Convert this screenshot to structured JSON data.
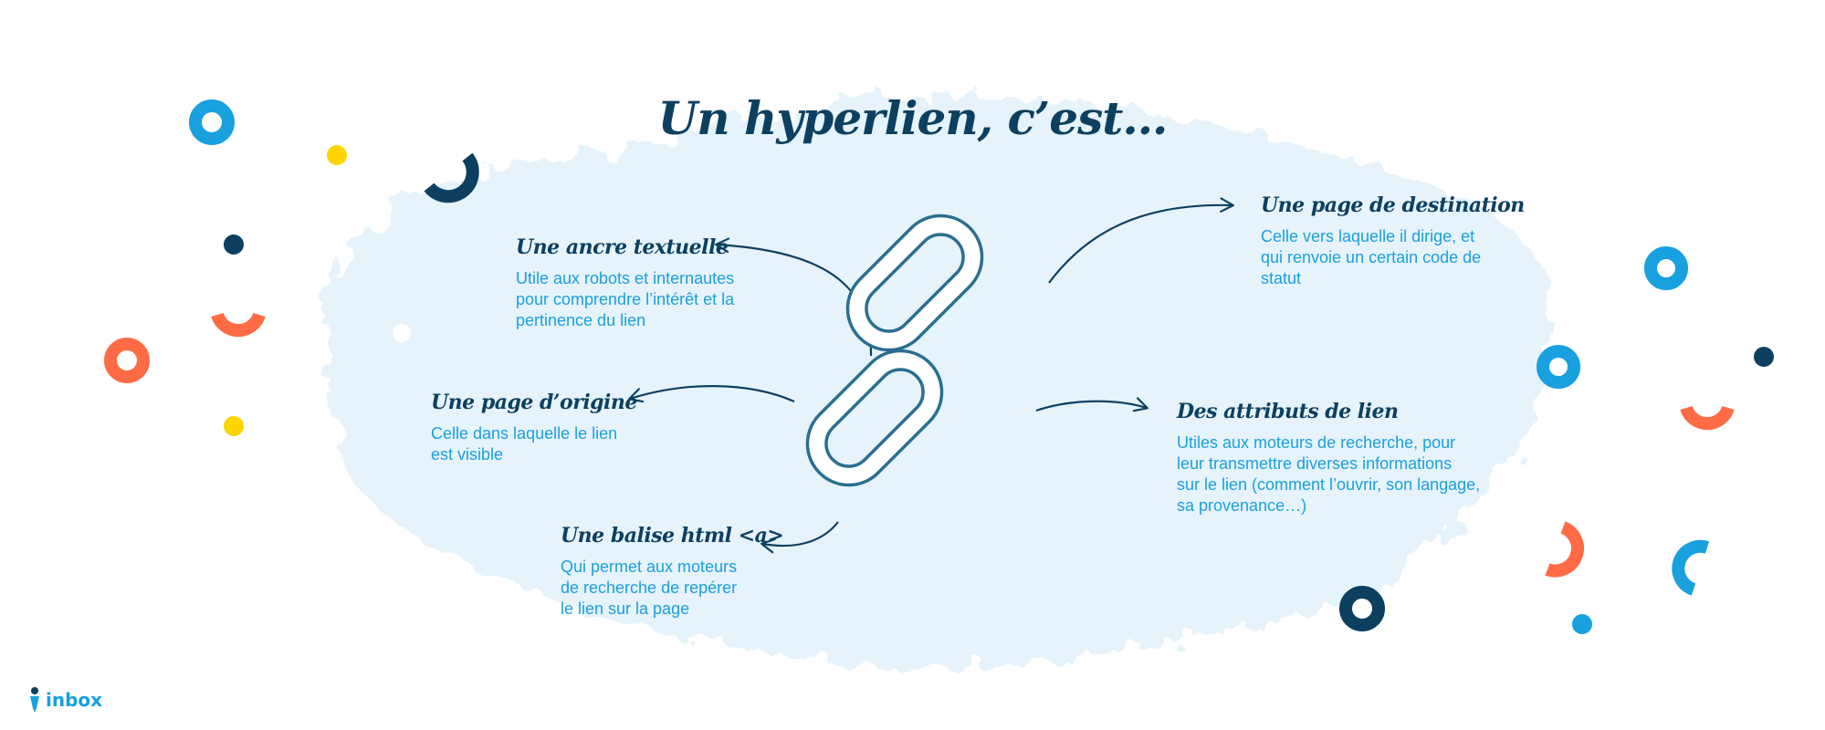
{
  "title": "Un hyperlien, c’est…",
  "colors": {
    "navy": "#0d4060",
    "text_blue": "#1aa0dc",
    "cloud": "#e6f3fb",
    "orange": "#ff6b45",
    "yellow": "#ffd500",
    "sky": "#18a0df"
  },
  "items": {
    "ancre": {
      "heading": "Une ancre textuelle",
      "text": "Utile aux robots et internautes\npour comprendre l’intérêt et la\npertinence du lien"
    },
    "origine": {
      "heading": "Une page d’origine",
      "text": "Celle dans laquelle le lien\nest visible"
    },
    "balise": {
      "heading": "Une balise html <a>",
      "text": "Qui permet aux moteurs\nde recherche de repérer\nle lien sur la page"
    },
    "destination": {
      "heading": "Une page de destination",
      "text": "Celle vers laquelle il dirige, et\nqui renvoie un certain code de\nstatut"
    },
    "attributs": {
      "heading": "Des attributs de lien",
      "text": "Utiles aux moteurs de recherche, pour\nleur transmettre diverses informations\nsur le lien (comment l’ouvrir, son langage,\nsa provenance…)"
    }
  },
  "center_icon": "chain-link-icon",
  "logo": {
    "icon": "pen-nib-icon",
    "text": "inbox"
  }
}
